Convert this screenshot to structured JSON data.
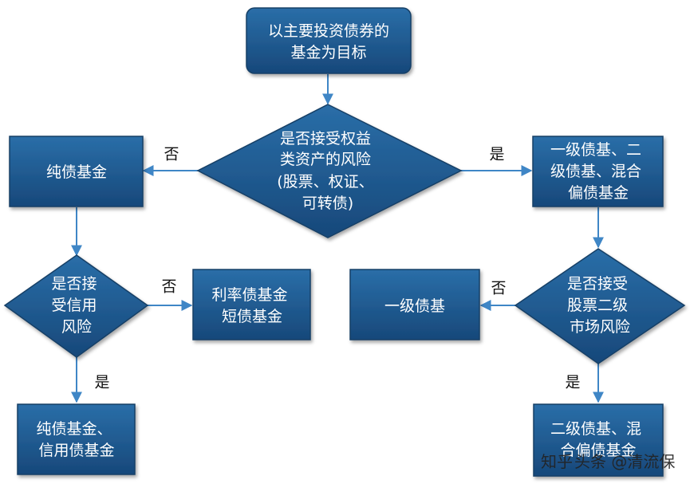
{
  "nodes": {
    "goal": [
      "以主要投资债券的",
      "基金为目标"
    ],
    "q_equity": [
      "是否接受权益",
      "类资产的风险",
      "(股票、权证、",
      "可转债)"
    ],
    "pure_bond": [
      "纯债基金"
    ],
    "mixed_bond": [
      "一级债基、二",
      "级债基、混合",
      "偏债基金"
    ],
    "q_credit": [
      "是否接",
      "受信用",
      "风险"
    ],
    "rate_bond": [
      "利率债基金",
      "短债基金"
    ],
    "credit_bond": [
      "纯债基金、",
      "信用债基金"
    ],
    "first_bond": [
      "一级债基"
    ],
    "q_secondary": [
      "是否接受",
      "股票二级",
      "市场风险"
    ],
    "second_bond": [
      "二级债基、混",
      "合偏债基金"
    ]
  },
  "edge_labels": {
    "no": "否",
    "yes": "是"
  },
  "watermark": {
    "platform": "知乎",
    "source": "头条 @清流保"
  },
  "colors": {
    "node_fill": "#1e5a8e",
    "node_stroke": "#173f66",
    "arrow": "#3f86c6",
    "text": "#ffffff"
  }
}
